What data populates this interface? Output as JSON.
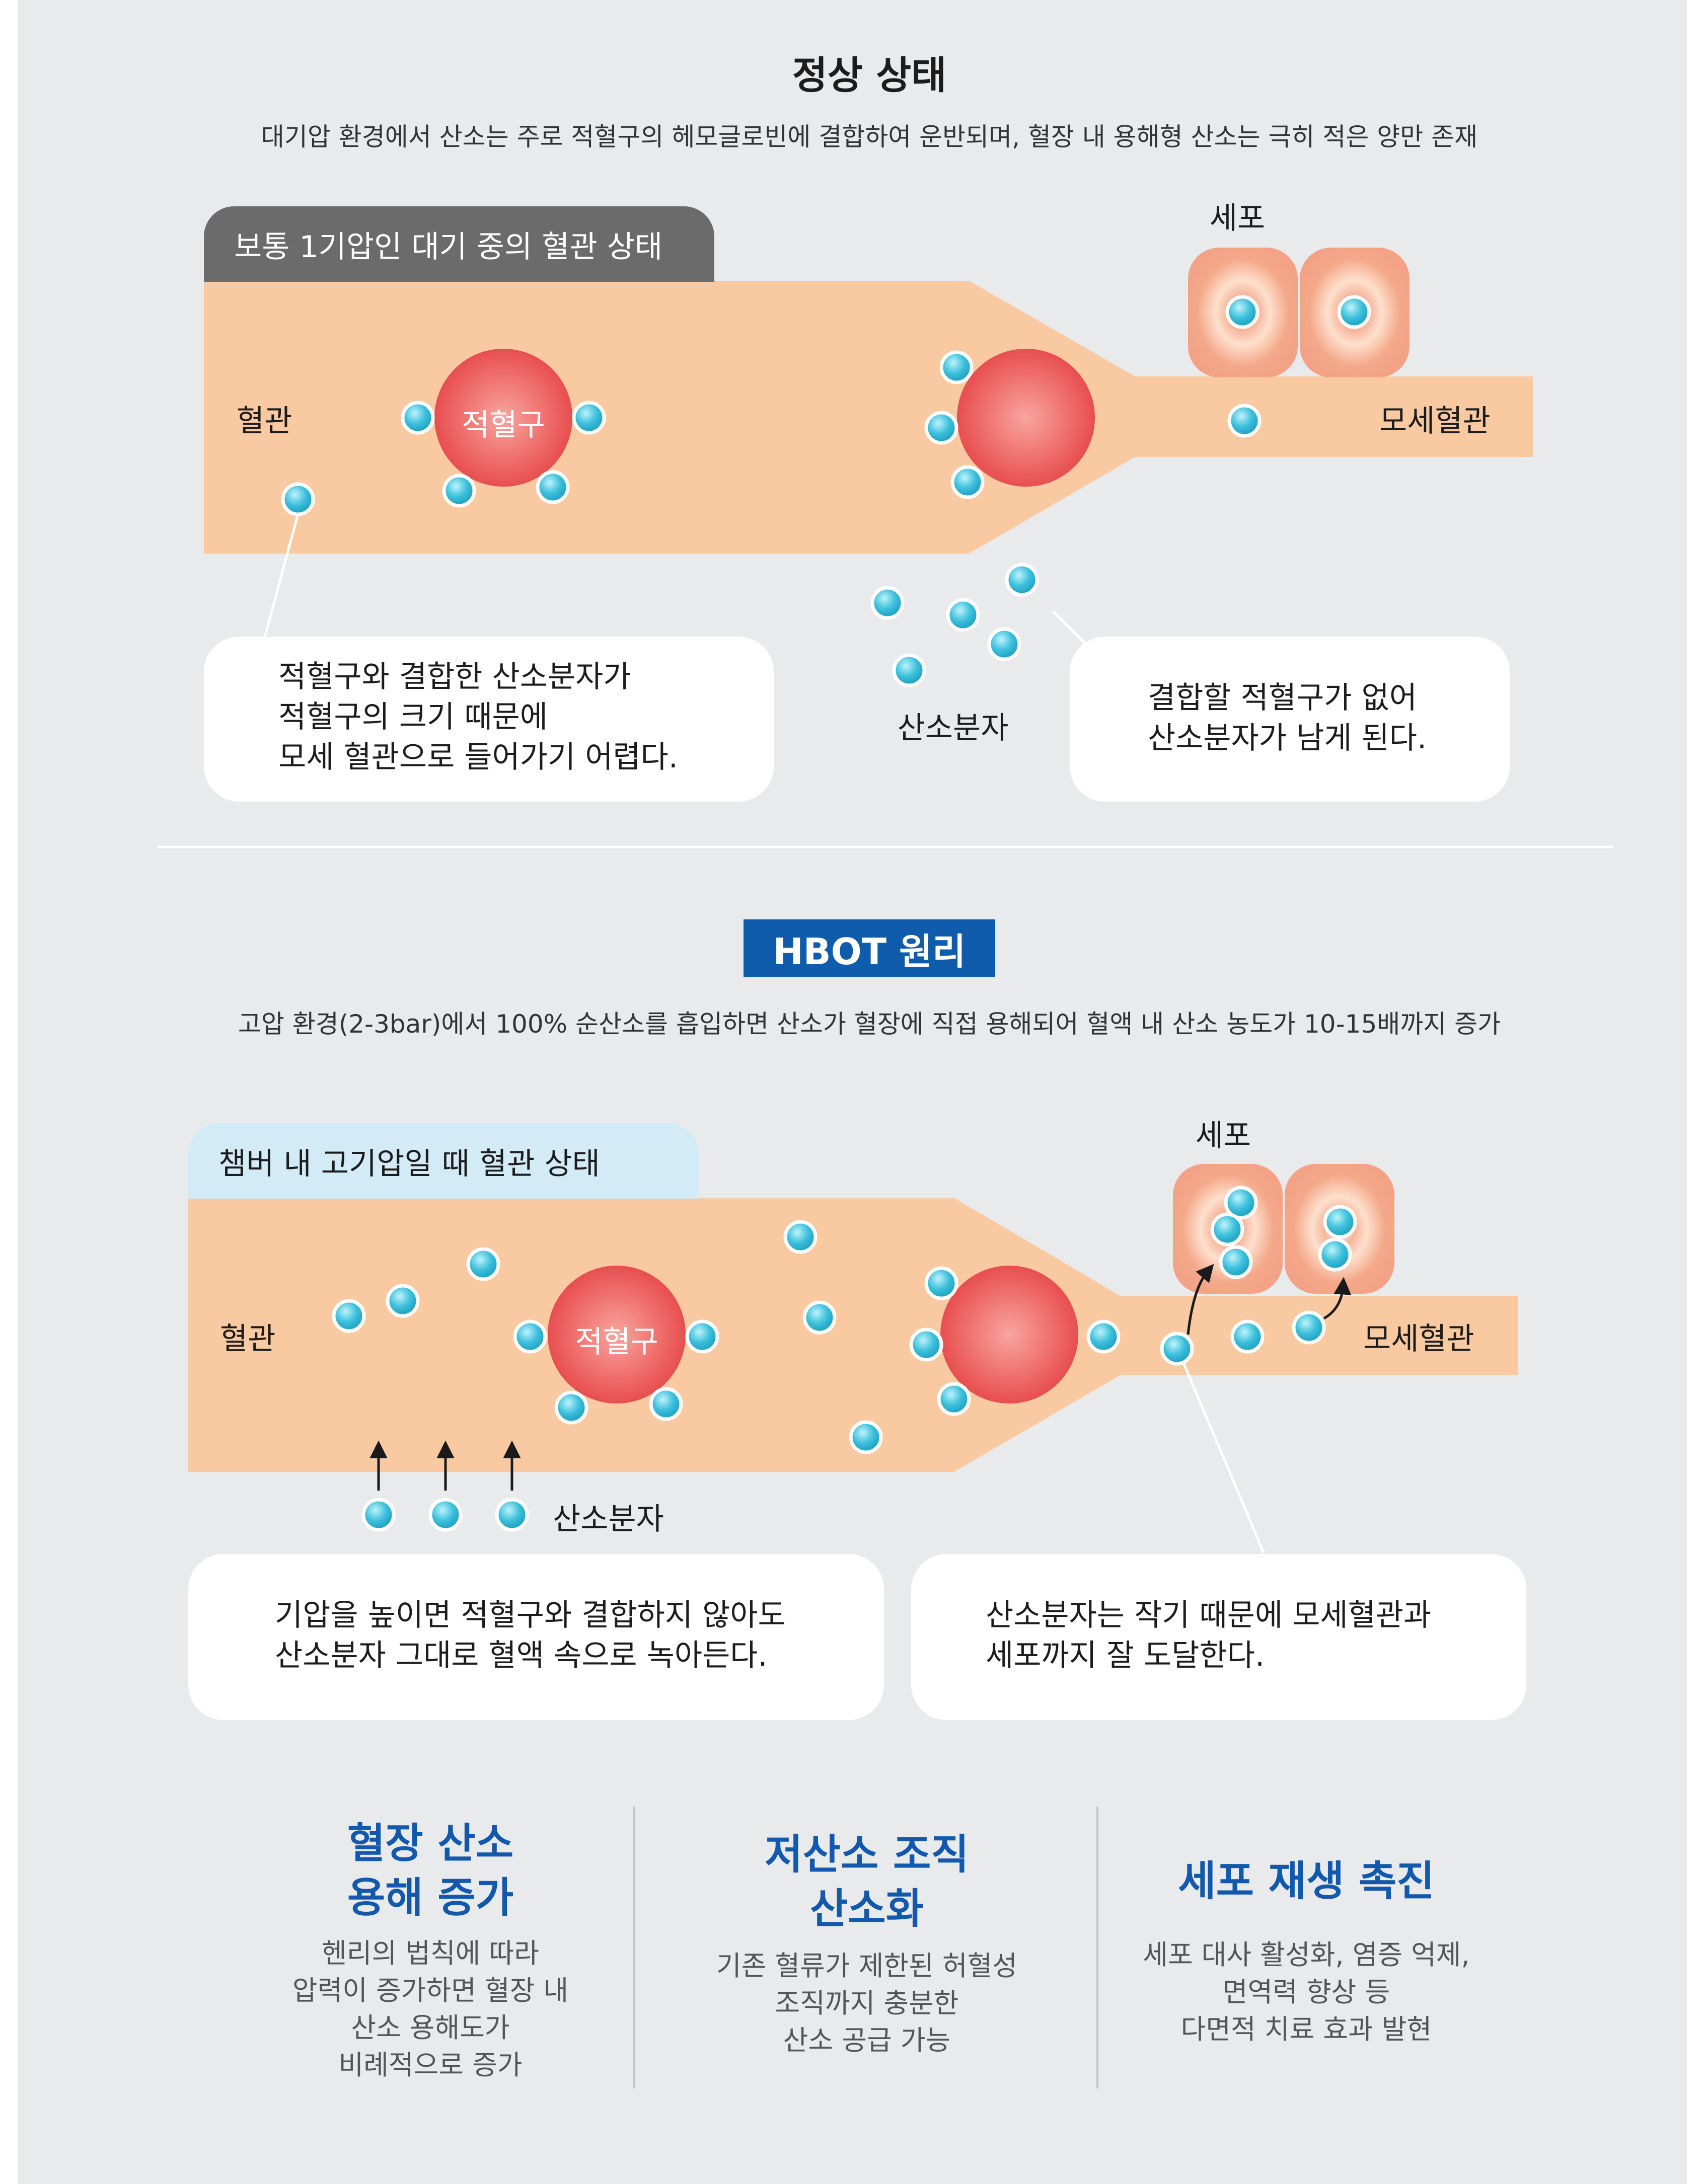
{
  "normal": {
    "title": "정상 상태",
    "subtitle": "대기압 환경에서 산소는 주로 적혈구의 헤모글로빈에 결합하여 운반되며, 혈장 내 용해형 산소는 극히 적은 양만 존재",
    "tab": "보통 1기압인 대기 중의 혈관 상태",
    "vessel_label": "혈관",
    "rbc_label": "적혈구",
    "capillary_label": "모세혈관",
    "cell_label": "세포",
    "oxygen_label": "산소분자",
    "bubble_left": "적혈구와 결합한 산소분자가\n적혈구의 크기 때문에\n모세 혈관으로 들어가기 어렵다.",
    "bubble_right": "결합할 적혈구가 없어\n산소분자가 남게 된다."
  },
  "hbot": {
    "badge": "HBOT 원리",
    "subtitle": "고압 환경(2-3bar)에서 100% 순산소를 흡입하면 산소가 혈장에 직접 용해되어 혈액 내 산소 농도가 10-15배까지 증가",
    "tab": "챔버 내 고기압일 때 혈관 상태",
    "vessel_label": "혈관",
    "rbc_label": "적혈구",
    "capillary_label": "모세혈관",
    "cell_label": "세포",
    "oxygen_label": "산소분자",
    "bubble_left": "기압을 높이면 적혈구와 결합하지 않아도\n산소분자 그대로 혈액 속으로 녹아든다.",
    "bubble_right": "산소분자는 작기 때문에 모세혈관과\n세포까지 잘 도달한다."
  },
  "benefits": [
    {
      "title": "혈장 산소\n용해 증가",
      "desc": "헨리의 법칙에 따라\n압력이 증가하면 혈장 내\n산소 용해도가\n비례적으로 증가"
    },
    {
      "title": "저산소 조직\n산소화",
      "desc": "기존 혈류가 제한된 허혈성\n조직까지 충분한\n산소 공급 가능"
    },
    {
      "title": "세포 재생 촉진",
      "desc": "세포 대사 활성화, 염증 억제,\n면역력 향상 등\n다면적 치료 효과 발현"
    }
  ],
  "colors": {
    "vessel": "#f9c9a1",
    "rbc": "#ef5d5d",
    "oxygen": "#3cc0dc",
    "badge": "#0f5cad",
    "benefit_title": "#1259ad",
    "tab_normal": "#6b6b6b",
    "tab_hbot": "#d3ebf7"
  }
}
